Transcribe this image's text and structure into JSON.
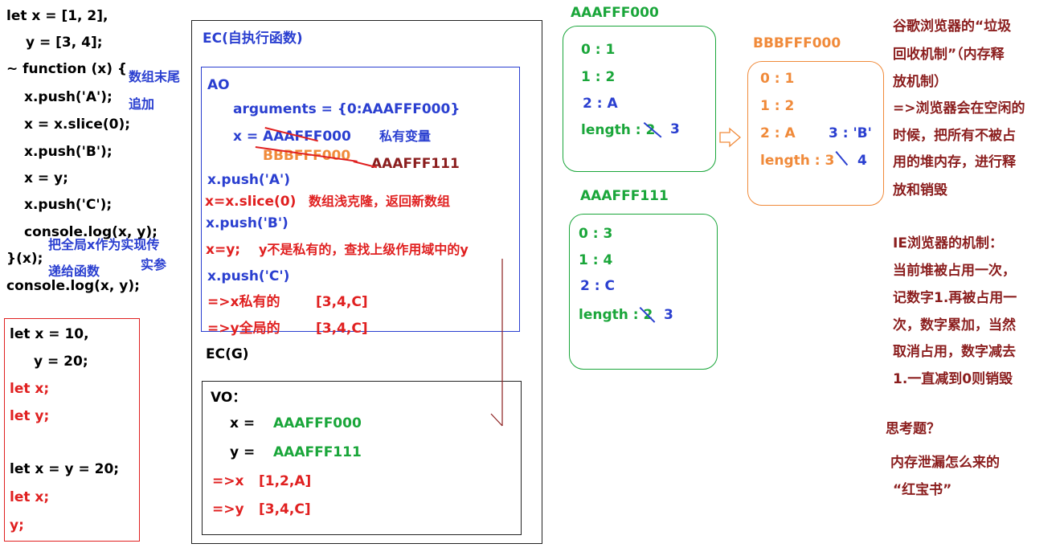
{
  "left_code": {
    "l1": "let x = [1, 2],",
    "l2": "y = [3, 4];",
    "l3": "~ function (x) {",
    "l4": "x.push('A');",
    "l5": "x = x.slice(0);",
    "l6": "x.push('B');",
    "l7": "x = y;",
    "l8": "x.push('C');",
    "l9": "console.log(x, y);",
    "l10": "}(x);",
    "l11": "console.log(x, y);",
    "note1a": "数组末尾",
    "note1b": "追加",
    "note2a": "把全局x作为实现传",
    "note2b": "实参",
    "note2c": "递给函数"
  },
  "red_box": {
    "l1": "let x = 10,",
    "l2": "y = 20;",
    "l3": "let x;",
    "l4": "let y;",
    "l5": "let x = y = 20;",
    "l6": "let x;",
    "l7": "y;"
  },
  "ec": {
    "title": "EC(自执行函数)",
    "ao": "AO",
    "arguments": "arguments = {0:AAAFFF000}",
    "x_assign": "x = AAAFFF000",
    "private": "私有变量",
    "bbb": "BBBFFF000",
    "aaa111": "AAAFFF111",
    "s1": "x.push('A')",
    "s2": "x=x.slice(0)",
    "s2note": "数组浅克隆，返回新数组",
    "s3": "x.push('B')",
    "s4": "x=y;",
    "s4note": "y不是私有的，查找上级作用域中的y",
    "s5": "x.push('C')",
    "r1a": "=>x私有的",
    "r1b": "[3,4,C]",
    "r2a": "=>y全局的",
    "r2b": "[3,4,C]",
    "ecg": "EC(G)",
    "vo": "VO：",
    "vx": "x =",
    "vxval": "AAAFFF000",
    "vy": "y =",
    "vyval": "AAAFFF111",
    "res1a": "=>x",
    "res1b": "[1,2,A]",
    "res2a": "=>y",
    "res2b": "[3,4,C]"
  },
  "heap1": {
    "label": "AAAFFF000",
    "r0": "0 : 1",
    "r1": "1 : 2",
    "r2": "2 : A",
    "len": "length : 2",
    "len_new": "3"
  },
  "heap2": {
    "label": "AAAFFF111",
    "r0": "0 : 3",
    "r1": "1 : 4",
    "r2": "2 : C",
    "len": "length : 2",
    "len_new": "3"
  },
  "heap3": {
    "label": "BBBFFF000",
    "r0": "0 : 1",
    "r1": "1 : 2",
    "r2": "2 : A",
    "r3": "3 : 'B'",
    "len": "length : 3",
    "len_new": "4"
  },
  "notes": {
    "chrome": [
      "谷歌浏览器的“垃圾",
      "回收机制”（内存释",
      "放机制）",
      "=>浏览器会在空闲的",
      "时候，把所有不被占",
      "用的堆内存，进行释",
      "放和销毁"
    ],
    "ie": [
      "IE浏览器的机制：",
      "当前堆被占用一次，",
      "记数字1.再被占用一",
      "次，数字累加，当然",
      "取消占用，数字减去",
      "1.一直减到0则销毁"
    ],
    "question": "思考题？",
    "leak": "内存泄漏怎么来的",
    "book": "“红宝书”"
  },
  "colors": {
    "red": "#e02020",
    "blue": "#2a3fd0",
    "green": "#1aa63a",
    "orange": "#f08a3a",
    "dark_red": "#8b1e1e"
  }
}
